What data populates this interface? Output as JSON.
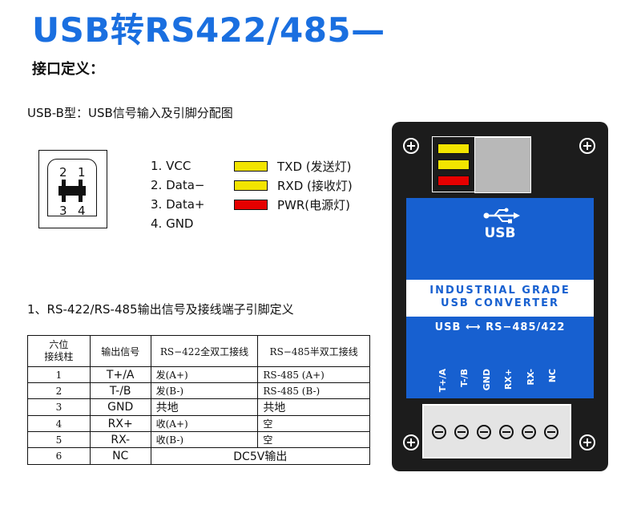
{
  "header": {
    "title": "USB转RS422/485—",
    "subtitle": "接口定义："
  },
  "usb_b": {
    "heading": "USB-B型：USB信号输入及引脚分配图",
    "pin_labels": [
      "2",
      "1",
      "3",
      "4"
    ],
    "pins": [
      "1. VCC",
      "2. Data−",
      "3. Data+",
      "4. GND"
    ]
  },
  "leds": [
    {
      "label": "TXD (发送灯)",
      "color": "#f2e400"
    },
    {
      "label": "RXD (接收灯)",
      "color": "#f2e400"
    },
    {
      "label": "PWR(电源灯)",
      "color": "#e60000"
    }
  ],
  "section1": {
    "heading": "1、RS-422/RS-485输出信号及接线端子引脚定义"
  },
  "table": {
    "headers": [
      "六位\n接线柱",
      "输出信号",
      "RS−422全双工接线",
      "RS−485半双工接线"
    ],
    "rows": [
      {
        "pin": "1",
        "signal": "T+/A",
        "rs422": "发(A+)",
        "rs485": "RS-485 (A+)"
      },
      {
        "pin": "2",
        "signal": "T-/B",
        "rs422": "发(B-)",
        "rs485": "RS-485 (B-)"
      },
      {
        "pin": "3",
        "signal": "GND",
        "rs422": "共地",
        "rs485": "共地"
      },
      {
        "pin": "4",
        "signal": "RX+",
        "rs422": "收(A+)",
        "rs485": "空"
      },
      {
        "pin": "5",
        "signal": "RX-",
        "rs422": "收(B-)",
        "rs485": "空"
      },
      {
        "pin": "6",
        "signal": "NC",
        "merged": "DC5V输出"
      }
    ]
  },
  "device": {
    "usb_label": "USB",
    "line1": "INDUSTRIAL GRADE",
    "line2": "USB CONVERTER",
    "line3": "USB ⟷ RS−485/422",
    "terminals": [
      "T+/A",
      "T-/B",
      "GND",
      "RX+",
      "RX-",
      "NC"
    ],
    "panel_color": "#1760d0"
  }
}
